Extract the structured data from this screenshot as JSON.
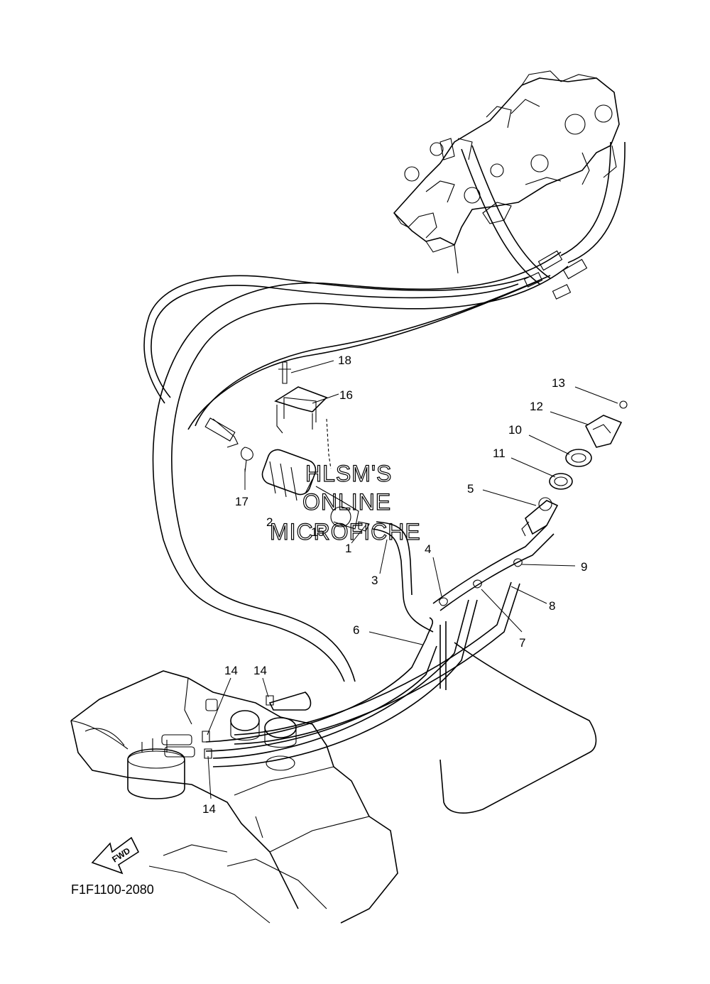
{
  "diagram": {
    "figure_id": "F1F1100-2080",
    "watermark": [
      "HLSM'S",
      "ONLINE",
      "MICROFICHE"
    ],
    "fwd_label": "FWD",
    "callouts": {
      "c1": "1",
      "c2": "2",
      "c3": "3",
      "c4": "4",
      "c5": "5",
      "c6": "6",
      "c7": "7",
      "c8": "8",
      "c9": "9",
      "c10": "10",
      "c11": "11",
      "c12": "12",
      "c13": "13",
      "c14a": "14",
      "c14b": "14",
      "c14c": "14",
      "c15": "15",
      "c16": "16",
      "c17": "17",
      "c18": "18"
    }
  }
}
